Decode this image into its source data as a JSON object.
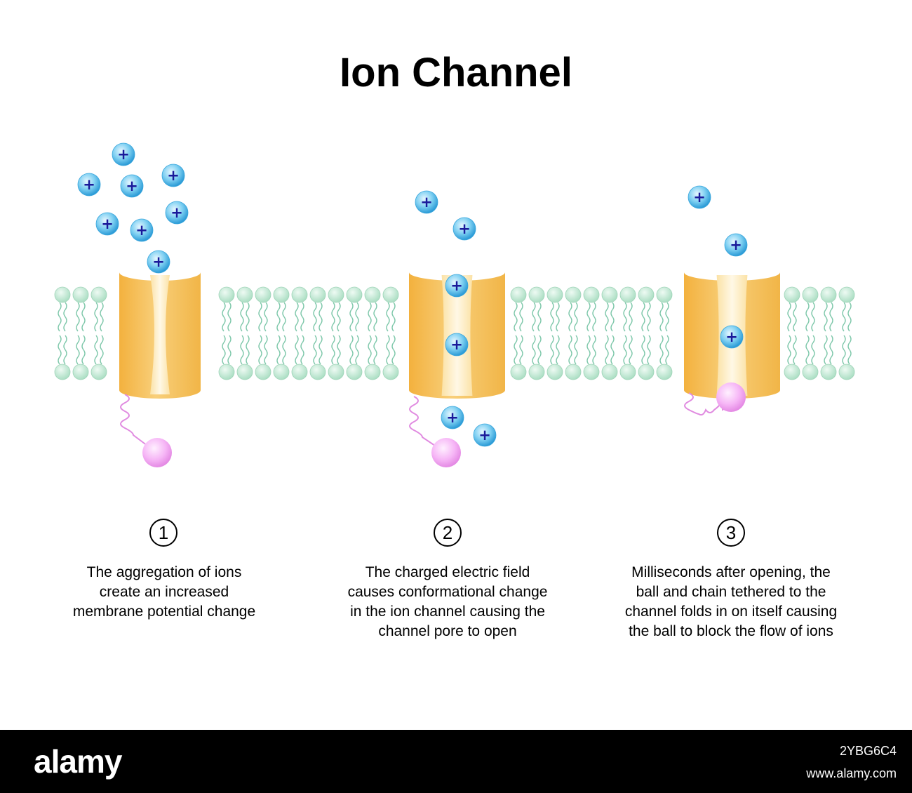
{
  "title": "Ion Channel",
  "colors": {
    "lipid_head": "#b5e3cc",
    "lipid_tail": "#7fc8ab",
    "channel_outer": "#f2b94a",
    "channel_inner": "#fff3d6",
    "ion": "#4ab5e8",
    "ion_sign": "#1a1a9a",
    "ball": "#f3a8f3",
    "chain": "#e08ae0"
  },
  "ion_label": "+",
  "steps": [
    {
      "number": "1",
      "caption": [
        "The aggregation of ions",
        "create an increased",
        "membrane potential change"
      ]
    },
    {
      "number": "2",
      "caption": [
        "The charged electric field",
        "causes conformational change",
        "in the ion channel causing the",
        "channel pore to open"
      ]
    },
    {
      "number": "3",
      "caption": [
        "Milliseconds after opening, the",
        "ball and chain tethered to the",
        "channel folds in on itself causing",
        "the ball to block the flow of ions"
      ]
    }
  ],
  "footer": {
    "logo": "alamy",
    "image_id": "2YBG6C4",
    "url": "www.alamy.com"
  }
}
